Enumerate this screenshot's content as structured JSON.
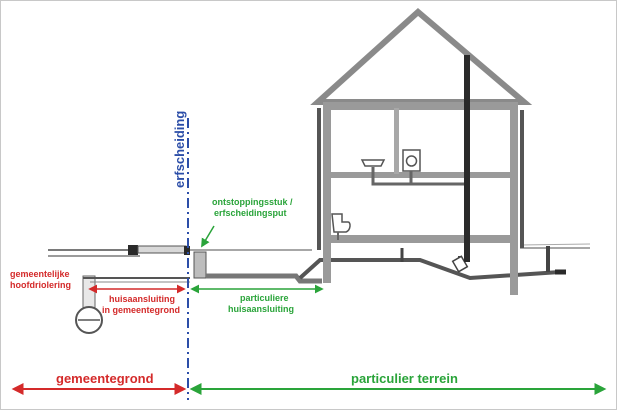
{
  "labels": {
    "erfscheiding": "erfscheiding",
    "ontstopping_line1": "ontstoppingsstuk /",
    "ontstopping_line2": "erfscheidingsput",
    "hoofdriolering_line1": "gemeentelijke",
    "hoofdriolering_line2": "hoofdriolering",
    "huisaansluiting_gem_line1": "huisaansluiting",
    "huisaansluiting_gem_line2": "in gemeentegrond",
    "particuliere_line1": "particuliere",
    "particuliere_line2": "huisaansluiting",
    "gemeentegrond": "gemeentegrond",
    "particulier_terrein": "particulier terrein"
  },
  "colors": {
    "red": "#d42a2a",
    "green": "#2aa43a",
    "blue": "#2c4ea8",
    "structure": "#7a7a7a",
    "pipe": "#555555",
    "dark": "#2a2a2a"
  }
}
